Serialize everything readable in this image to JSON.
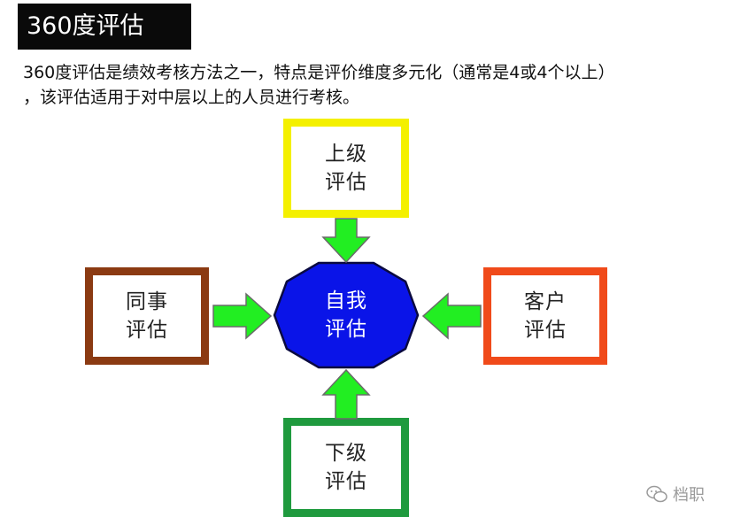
{
  "title": "360度评估",
  "description": {
    "line1": "360度评估是绩效考核方法之一，特点是评价维度多元化（通常是4或4个以上）",
    "line2": "，该评估适用于对中层以上的人员进行考核。"
  },
  "diagram": {
    "top": {
      "line1": "上级",
      "line2": "评估",
      "border_color": "#f4f000"
    },
    "left": {
      "line1": "同事",
      "line2": "评估",
      "border_color": "#8b3a12"
    },
    "right": {
      "line1": "客户",
      "line2": "评估",
      "border_color": "#f04a1a"
    },
    "bottom": {
      "line1": "下级",
      "line2": "评估",
      "border_color": "#1f9a3e"
    },
    "center": {
      "line1": "自我",
      "line2": "评估",
      "fill_color": "#0a14e8"
    },
    "arrow_color": "#22ee22"
  },
  "watermark": {
    "icon": "wechat-chat-icon",
    "text": "档职"
  }
}
